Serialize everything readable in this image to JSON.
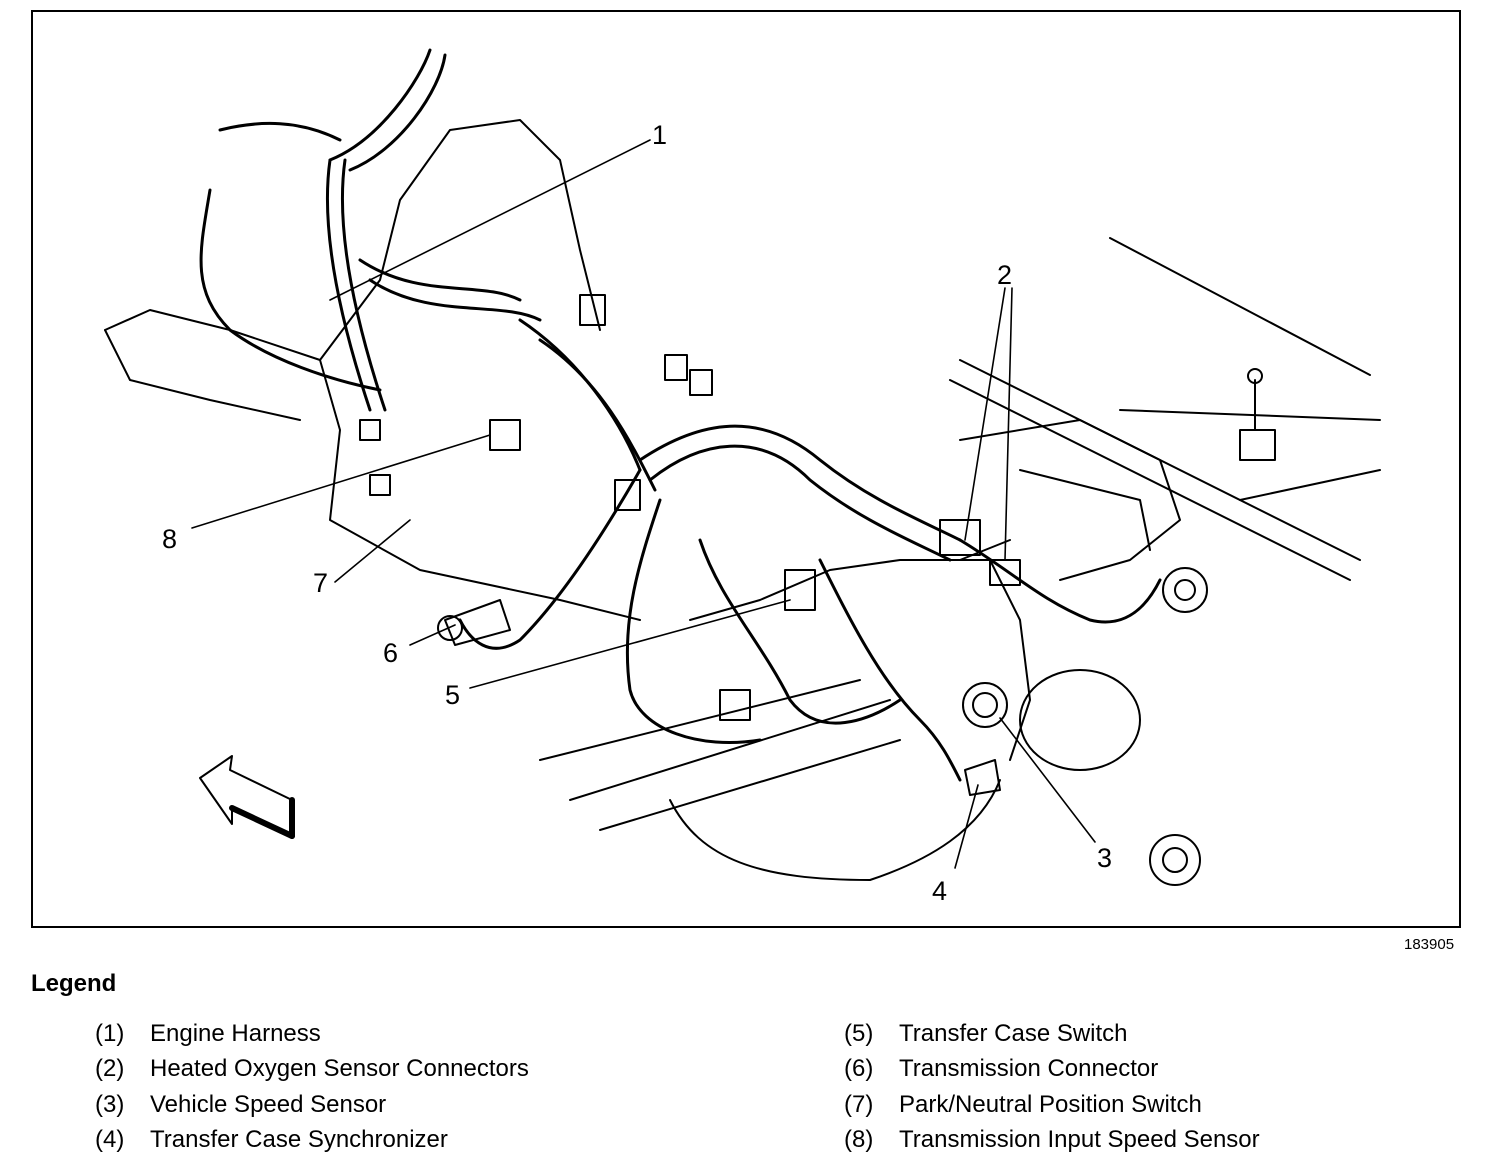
{
  "figure_id": "183905",
  "callouts": [
    "1",
    "2",
    "3",
    "4",
    "5",
    "6",
    "7",
    "8"
  ],
  "legend": {
    "title": "Legend",
    "items": [
      {
        "num": "(1)",
        "label": "Engine Harness"
      },
      {
        "num": "(2)",
        "label": "Heated Oxygen Sensor Connectors"
      },
      {
        "num": "(3)",
        "label": "Vehicle Speed Sensor"
      },
      {
        "num": "(4)",
        "label": "Transfer Case Synchronizer"
      },
      {
        "num": "(5)",
        "label": "Transfer Case Switch"
      },
      {
        "num": "(6)",
        "label": "Transmission Connector"
      },
      {
        "num": "(7)",
        "label": "Park/Neutral Position Switch"
      },
      {
        "num": "(8)",
        "label": "Transmission Input Speed Sensor"
      }
    ]
  }
}
